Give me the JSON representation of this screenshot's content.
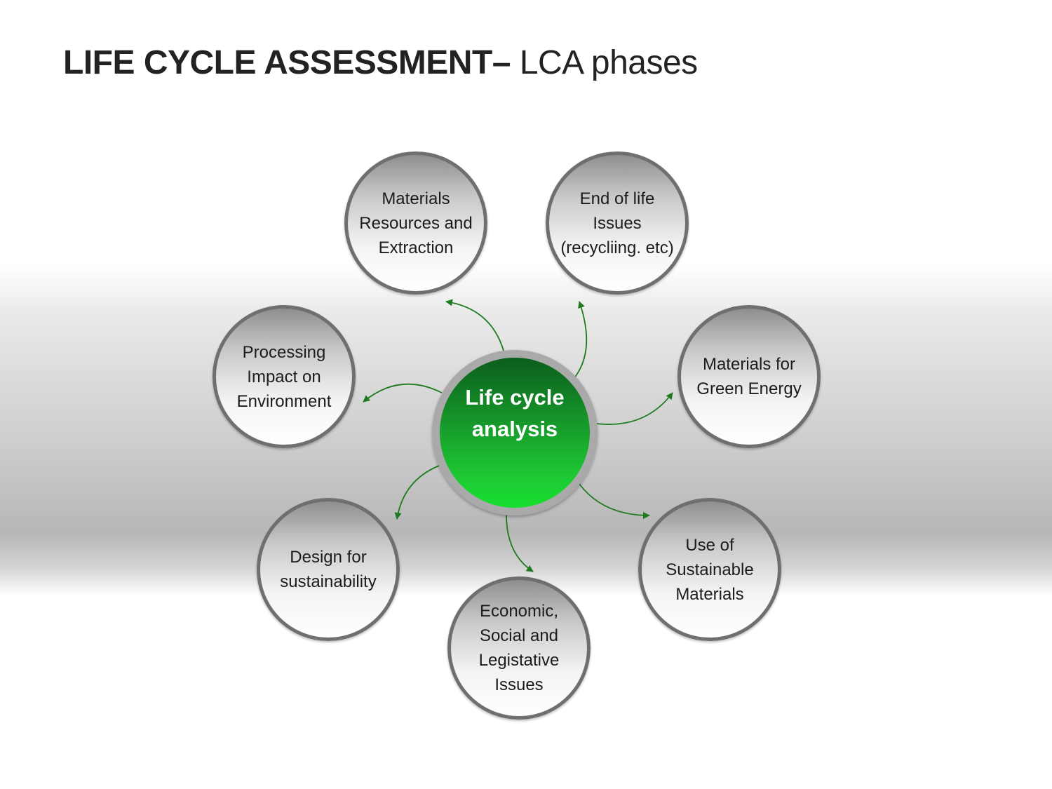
{
  "title": {
    "bold": "LIFE CYCLE ASSESSMENT–",
    "light": " LCA phases"
  },
  "center": {
    "label": "Life cycle\nanalysis",
    "color": "#1aa82e"
  },
  "nodes": [
    {
      "id": "materials-resources",
      "label": "Materials\nResources and\nExtraction"
    },
    {
      "id": "end-of-life",
      "label": "End of life\nIssues\n(recycliing. etc)"
    },
    {
      "id": "green-energy",
      "label": "Materials for\nGreen Energy"
    },
    {
      "id": "sustainable-materials",
      "label": "Use of\nSustainable\nMaterials"
    },
    {
      "id": "economic-social",
      "label": "Economic,\nSocial and\nLegistative\nIssues"
    },
    {
      "id": "design-sustainability",
      "label": "Design for\nsustainability"
    },
    {
      "id": "processing-impact",
      "label": "Processing\nImpact on\nEnvironment"
    }
  ],
  "colors": {
    "arrow": "#1e7a1e",
    "node_border": "#6f6f6f"
  }
}
